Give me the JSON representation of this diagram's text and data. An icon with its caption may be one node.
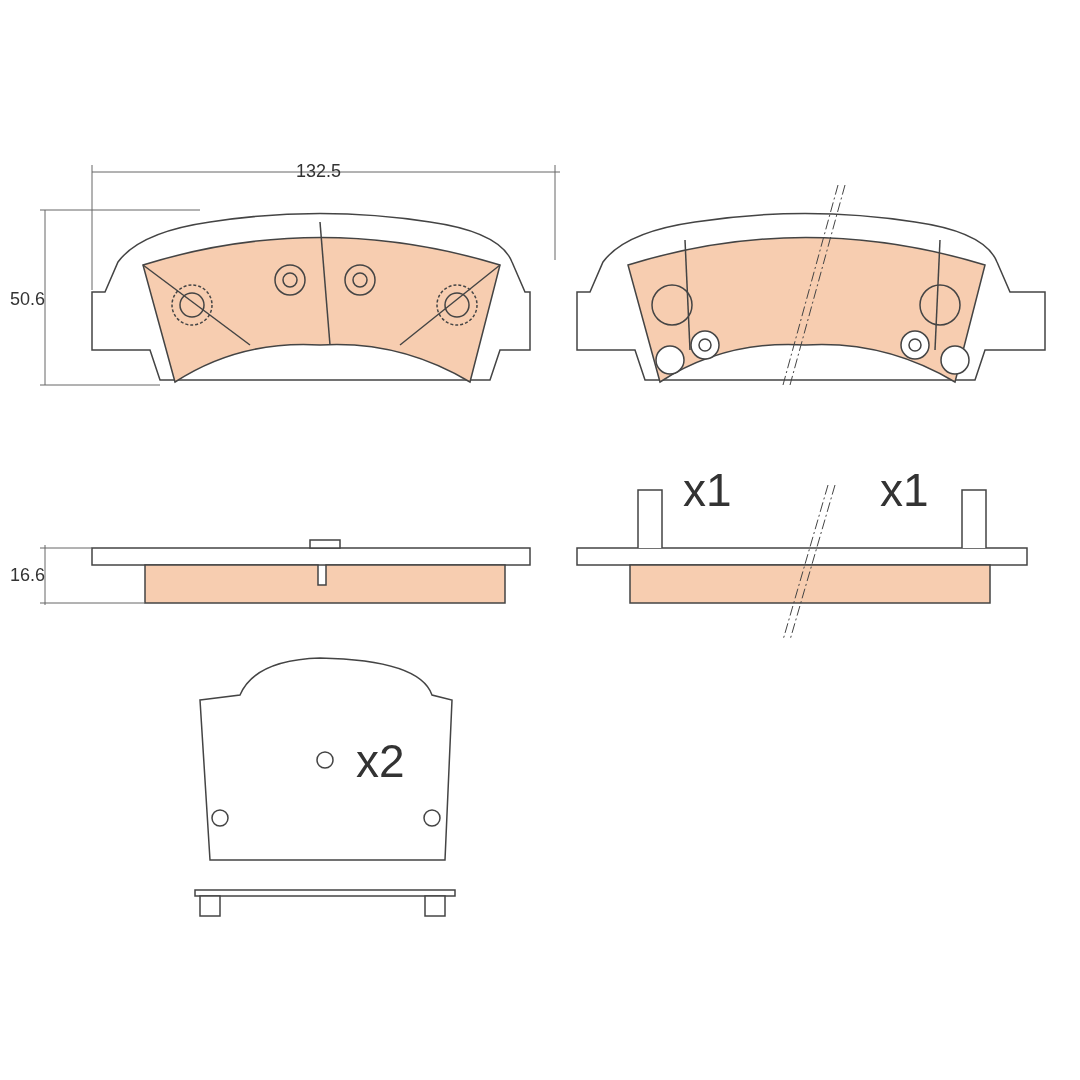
{
  "diagram": {
    "labels": [
      "132.5",
      "50.6",
      "x1",
      "x1",
      "16.6",
      "x2"
    ]
  }
}
